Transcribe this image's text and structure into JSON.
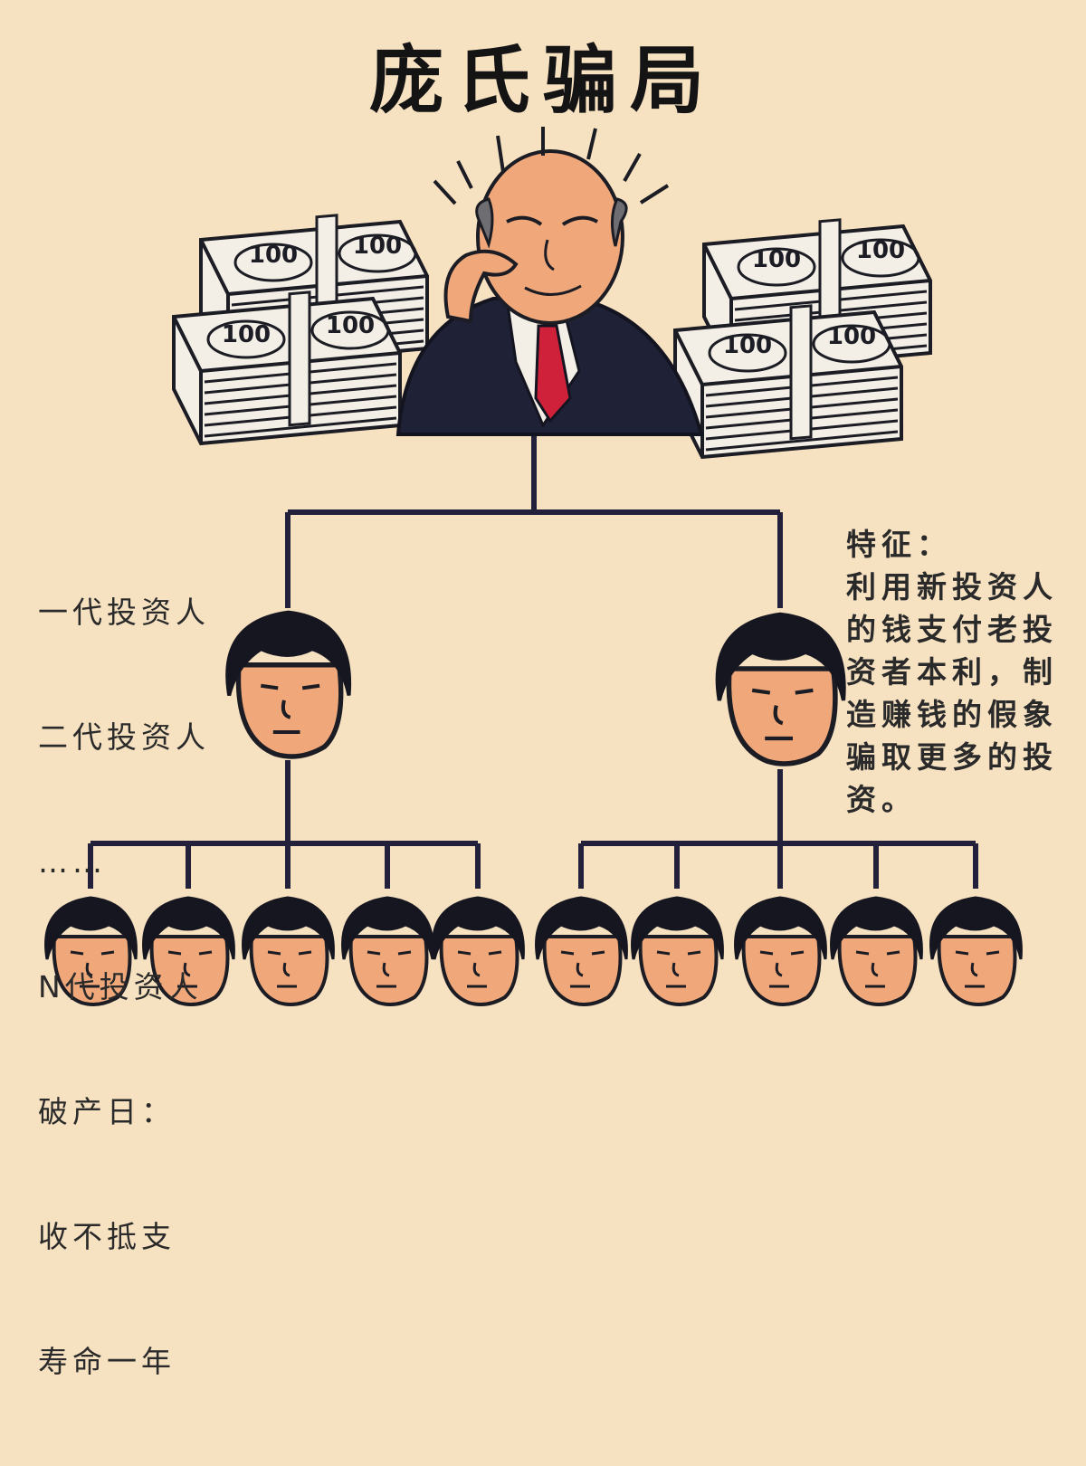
{
  "title": "庞氏骗局",
  "banknote_label": "100",
  "left_note": {
    "lines": [
      "一代投资人",
      "二代投资人",
      "……",
      "N代投资人",
      "破产日：",
      "收不抵支",
      "寿命一年"
    ]
  },
  "right_note": {
    "lines": [
      "特征：",
      "利用新投资人",
      "的钱支付老投",
      "资者本利，制",
      "造赚钱的假象",
      "骗取更多的投",
      "资。"
    ]
  },
  "colors": {
    "background": "#f6e1c1",
    "ink": "#22203a",
    "suit": "#1f2236",
    "tie": "#d0213a",
    "skin": "#f0a87a",
    "hair": "#161620",
    "money": "#f3efe6"
  }
}
